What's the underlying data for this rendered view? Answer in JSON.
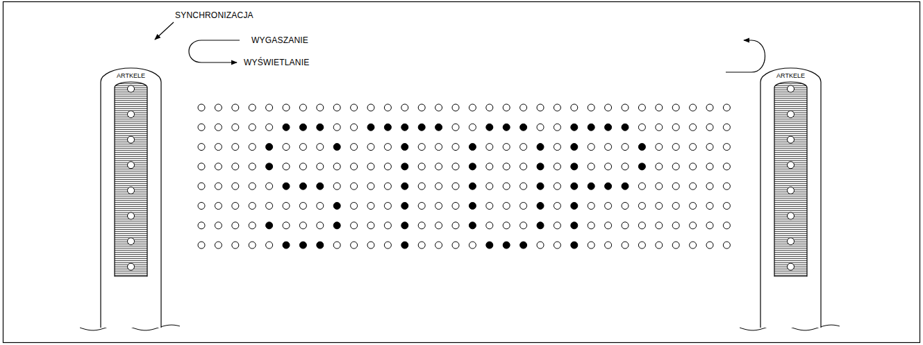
{
  "diagram": {
    "nodes": [
      {
        "text": [
          "ARTKELE"
        ]
      },
      {
        "text": [
          "ARTKELE"
        ]
      }
    ],
    "labels": [
      "SYNCHRONIZACJA",
      "WYGASZANIE",
      "WYŚWIETLANIE"
    ]
  }
}
